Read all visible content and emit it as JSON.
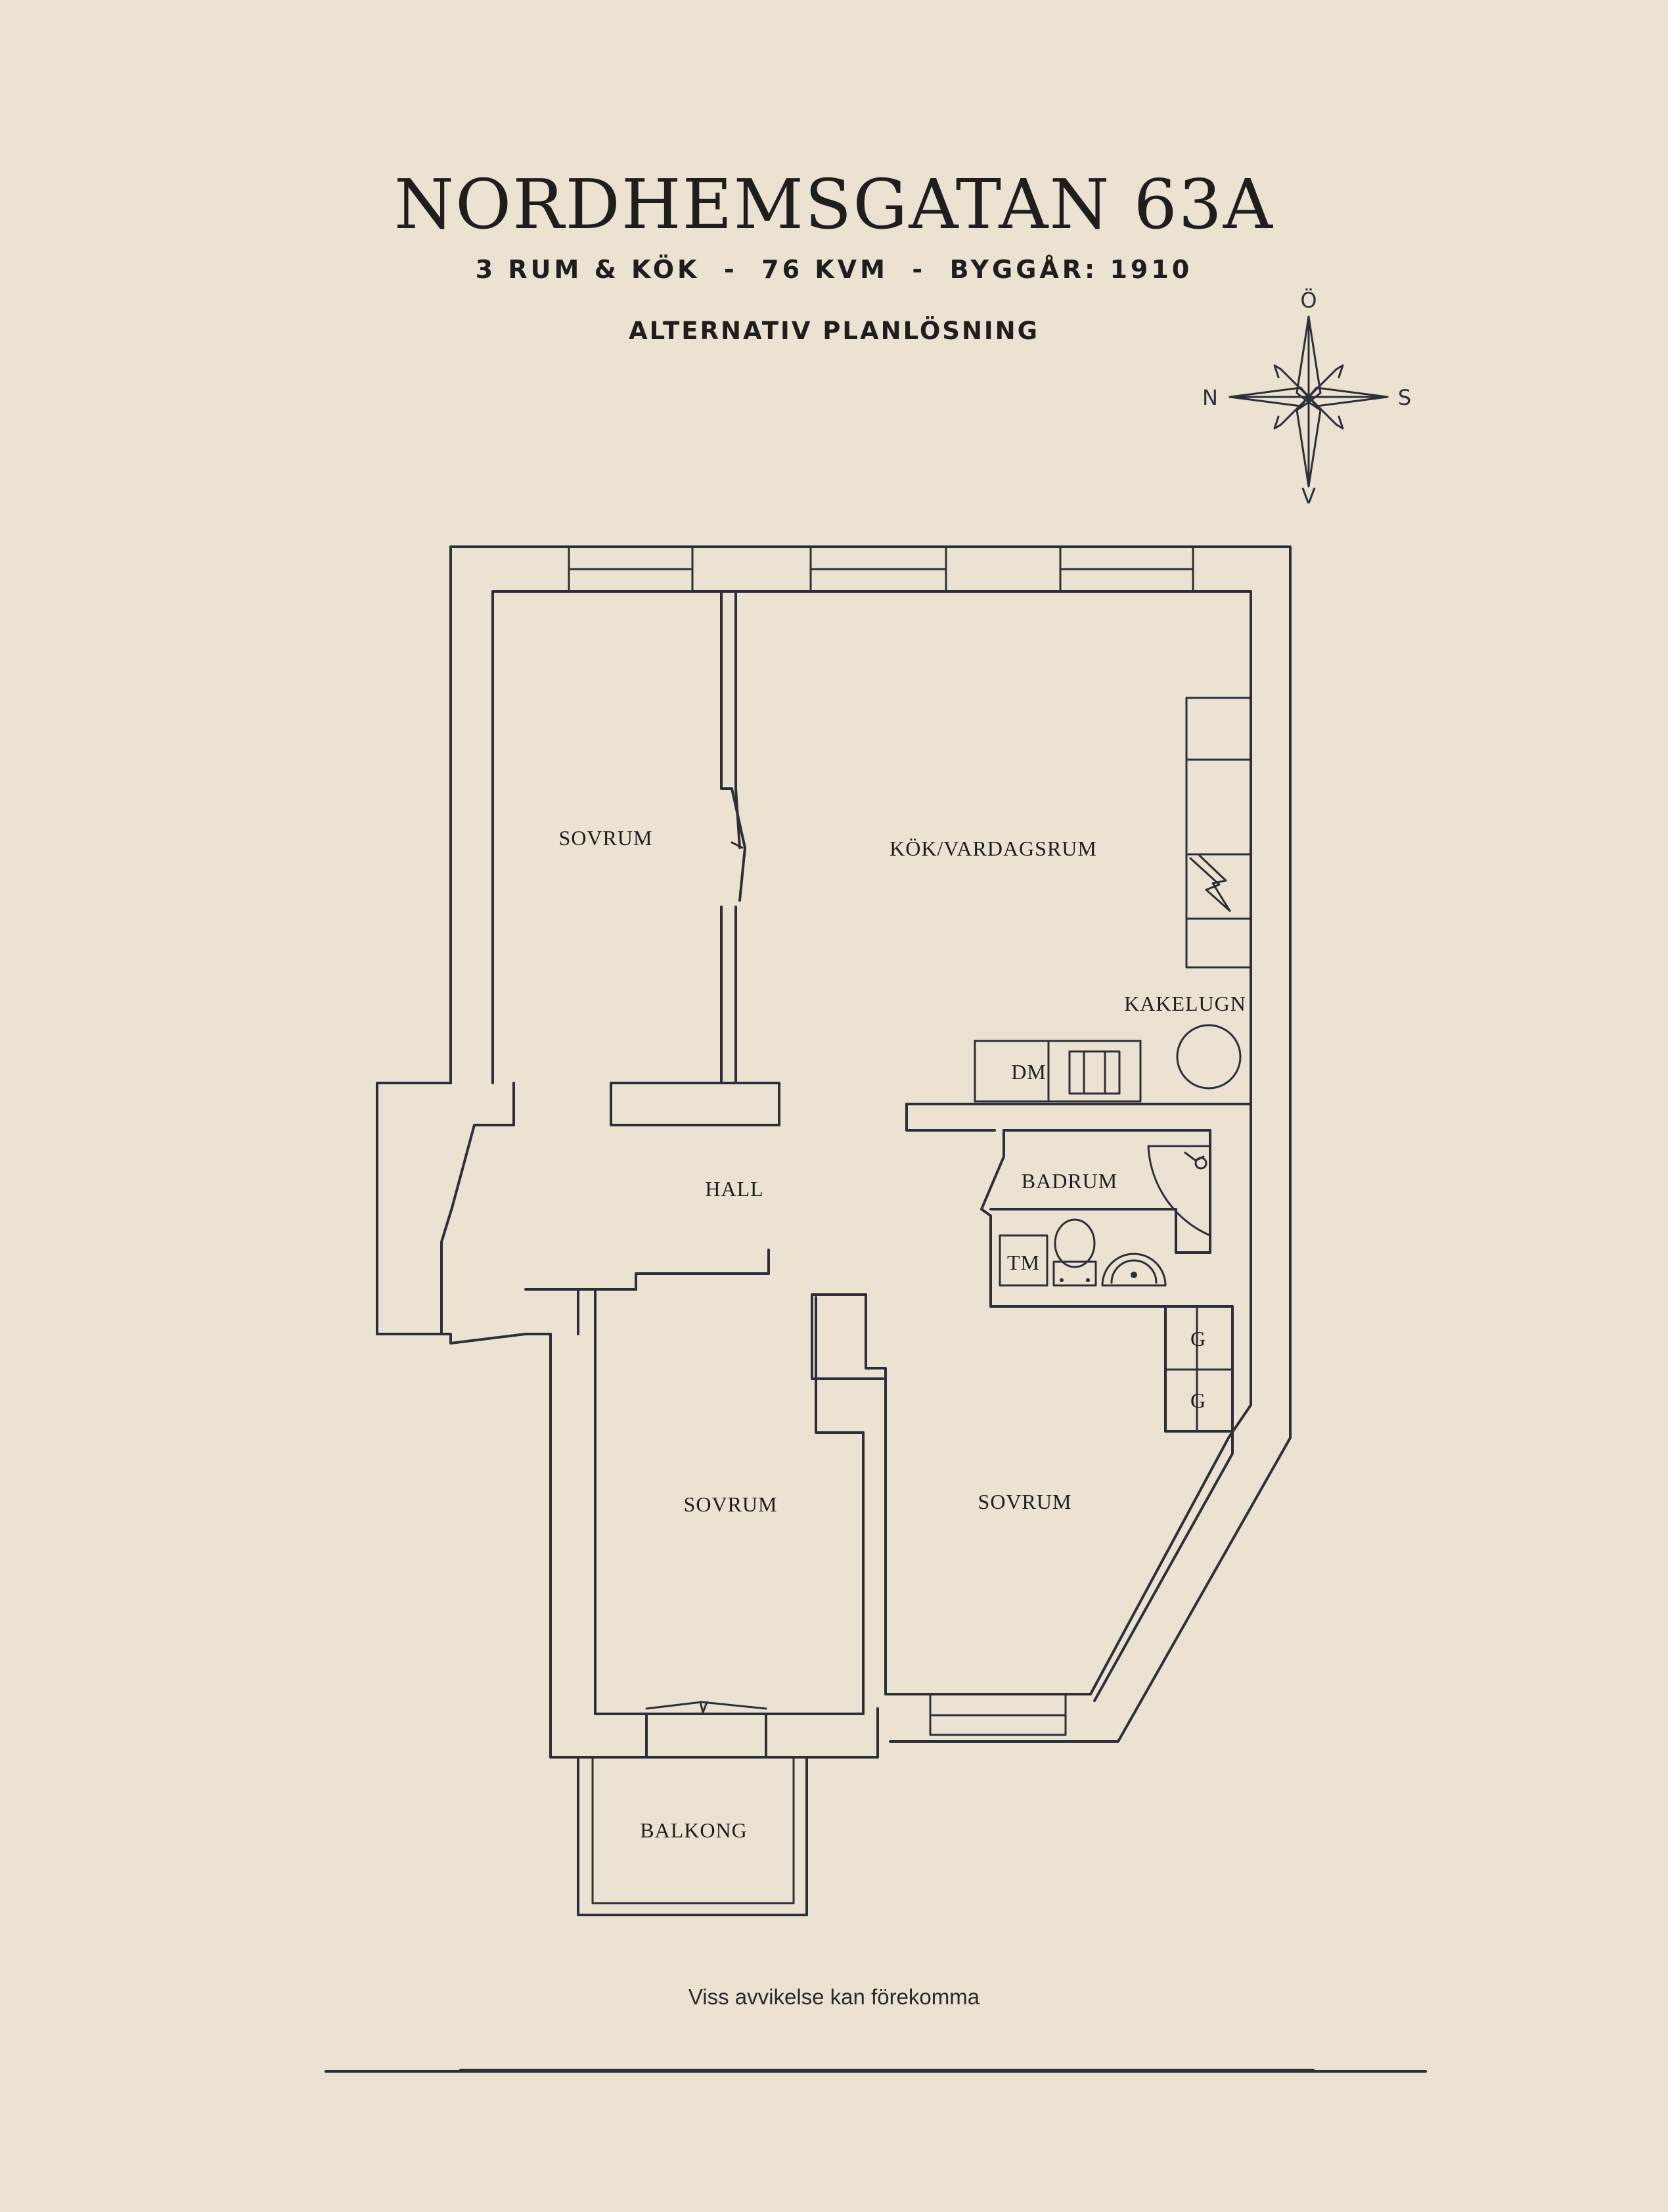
{
  "header": {
    "title": "NORDHEMSGATAN 63A",
    "subtitle": "3 RUM & KÖK  -  76 KVM  -  BYGGÅR: 1910",
    "alternative": "ALTERNATIV PLANLÖSNING"
  },
  "compass": {
    "north": "N",
    "south": "S",
    "east": "Ö",
    "west": "V"
  },
  "rooms": {
    "sovrum_top": "SOVRUM",
    "kok_vardagsrum": "KÖK/VARDAGSRUM",
    "kakelugn": "KAKELUGN",
    "dm": "DM",
    "hall": "HALL",
    "badrum": "BADRUM",
    "tm": "TM",
    "g1": "G",
    "g2": "G",
    "sovrum_bottom_left": "SOVRUM",
    "sovrum_bottom_right": "SOVRUM",
    "balkong": "BALKONG"
  },
  "footer": {
    "disclaimer": "Viss avvikelse kan förekomma"
  },
  "colors": {
    "background": "#ebe2d1",
    "line": "#2b2f3a",
    "text": "#1e1e1e"
  }
}
